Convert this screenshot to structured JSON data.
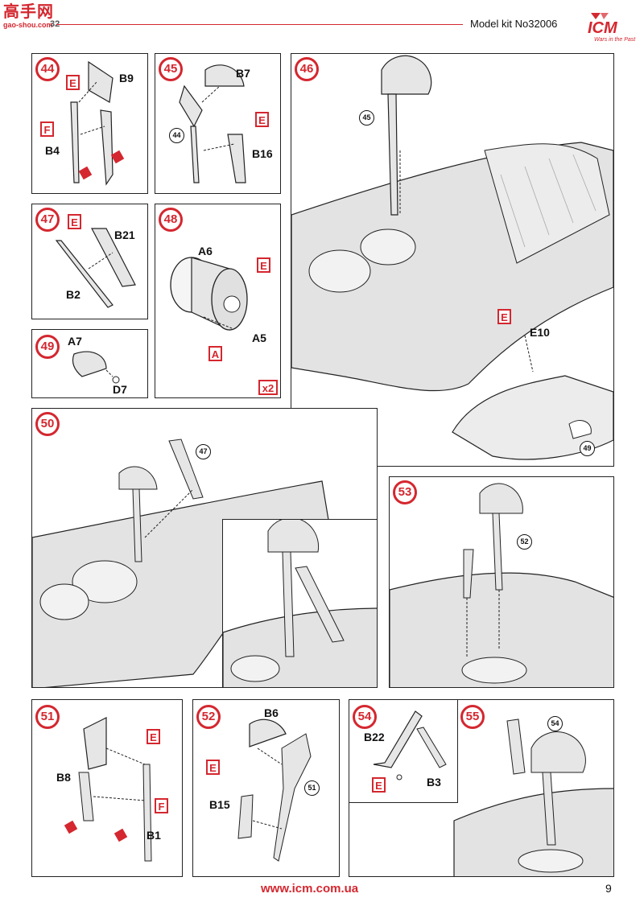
{
  "header": {
    "site_logo": "高手网",
    "site_sub": "gao-shou.com",
    "page_title": "Model kit No32006",
    "brand": "ICM",
    "brand_tagline": "Wars in the Past",
    "partial_number": "32"
  },
  "footer": {
    "url": "www.icm.com.ua",
    "page_number": "9"
  },
  "colors": {
    "accent": "#d4272f",
    "line": "#222222",
    "part": "#e3e3e3"
  },
  "steps": {
    "s44": {
      "num": "44",
      "parts": [
        "B9",
        "B4"
      ],
      "tags": [
        "E",
        "F"
      ]
    },
    "s45": {
      "num": "45",
      "parts": [
        "B7",
        "B16"
      ],
      "tags": [
        "E"
      ],
      "ref": "44"
    },
    "s46": {
      "num": "46",
      "parts": [
        "E10"
      ],
      "tags": [
        "E"
      ],
      "refs": [
        "45",
        "49"
      ]
    },
    "s47": {
      "num": "47",
      "parts": [
        "B21",
        "B2"
      ],
      "tags": [
        "E"
      ]
    },
    "s48": {
      "num": "48",
      "parts": [
        "A6",
        "A5"
      ],
      "tags": [
        "E",
        "A"
      ],
      "qty": "x2"
    },
    "s49": {
      "num": "49",
      "parts": [
        "A7",
        "D7"
      ]
    },
    "s50": {
      "num": "50",
      "ref": "47"
    },
    "s51": {
      "num": "51",
      "parts": [
        "B8",
        "B1"
      ],
      "tags": [
        "E",
        "F"
      ]
    },
    "s52": {
      "num": "52",
      "parts": [
        "B6",
        "B15"
      ],
      "tags": [
        "E"
      ],
      "ref": "51"
    },
    "s53": {
      "num": "53",
      "ref": "52"
    },
    "s54": {
      "num": "54",
      "parts": [
        "B22",
        "B3"
      ],
      "tags": [
        "E"
      ]
    },
    "s55": {
      "num": "55",
      "ref": "54"
    }
  }
}
